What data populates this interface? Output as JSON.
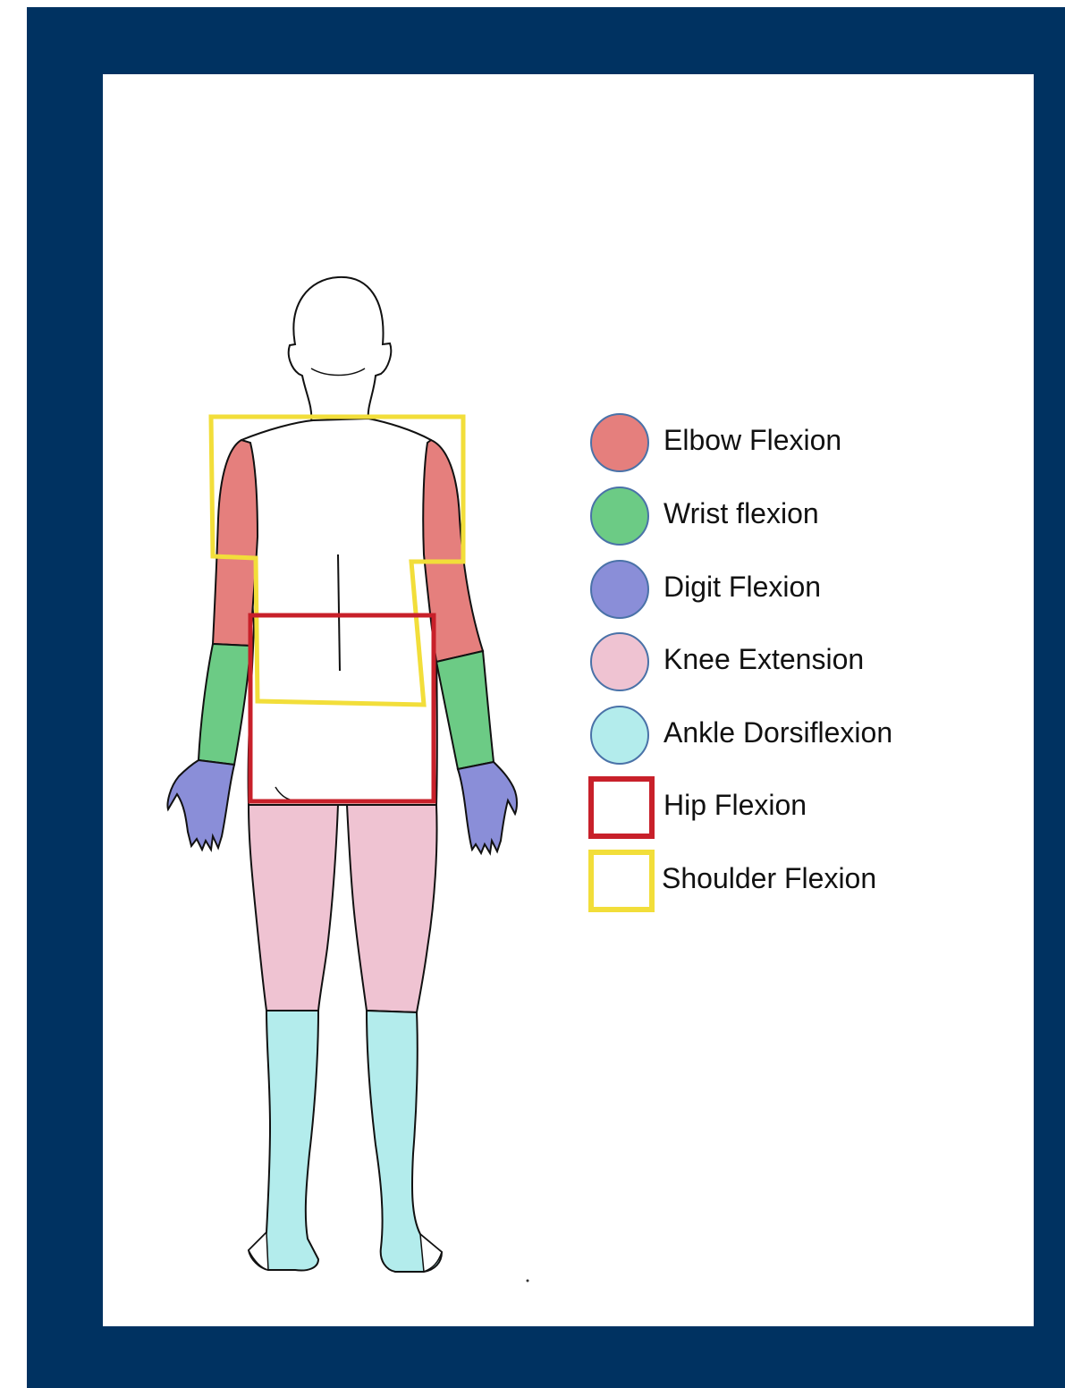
{
  "colors": {
    "frame": "#003261",
    "elbow_flexion": "#e57f7d",
    "wrist_flexion": "#6ccb85",
    "digit_flexion": "#8a8ed8",
    "knee_extension": "#efc3d2",
    "ankle_dorsiflexion": "#b3ecec",
    "hip_flexion_outline": "#c8202a",
    "shoulder_flexion_outline": "#f2de3a"
  },
  "legend": {
    "items": [
      {
        "label": "Elbow Flexion",
        "shape": "circle",
        "color": "#e57f7d"
      },
      {
        "label": "Wrist flexion",
        "shape": "circle",
        "color": "#6ccb85"
      },
      {
        "label": "Digit Flexion",
        "shape": "circle",
        "color": "#8a8ed8"
      },
      {
        "label": "Knee Extension",
        "shape": "circle",
        "color": "#efc3d2"
      },
      {
        "label": "Ankle Dorsiflexion",
        "shape": "circle",
        "color": "#b3ecec"
      },
      {
        "label": "Hip Flexion",
        "shape": "square-outline",
        "color": "#c8202a"
      },
      {
        "label": "Shoulder Flexion",
        "shape": "square-outline",
        "color": "#f2de3a"
      }
    ]
  }
}
